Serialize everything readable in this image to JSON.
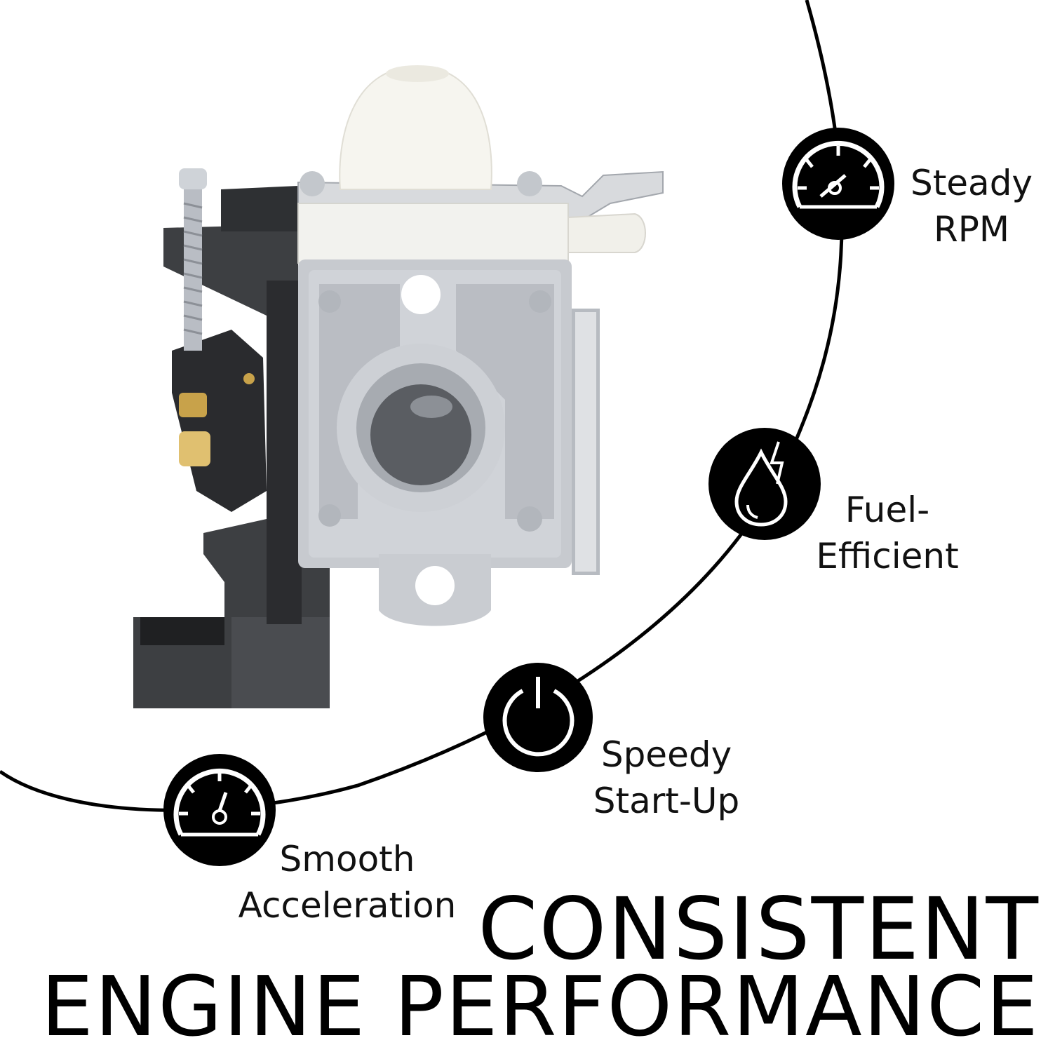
{
  "features": [
    {
      "id": "steady-rpm",
      "icon": "speedometer-icon",
      "line1": "Steady",
      "line2": "RPM"
    },
    {
      "id": "fuel-efficient",
      "icon": "fuel-drops-lightning-icon",
      "line1": "Fuel-",
      "line2": "Efficient"
    },
    {
      "id": "speedy-start-up",
      "icon": "power-icon",
      "line1": "Speedy",
      "line2": "Start-Up"
    },
    {
      "id": "smooth-acceleration",
      "icon": "gauge-icon",
      "line1": "Smooth",
      "line2": "Acceleration"
    }
  ],
  "headline": {
    "line1": "CONSISTENT",
    "line2": "ENGINE PERFORMANCE"
  },
  "colors": {
    "background": "#ffffff",
    "ink": "#000000",
    "metal": "#c9ccd1",
    "plastic": "#3b3d40",
    "bulb": "#f4f4f0"
  }
}
